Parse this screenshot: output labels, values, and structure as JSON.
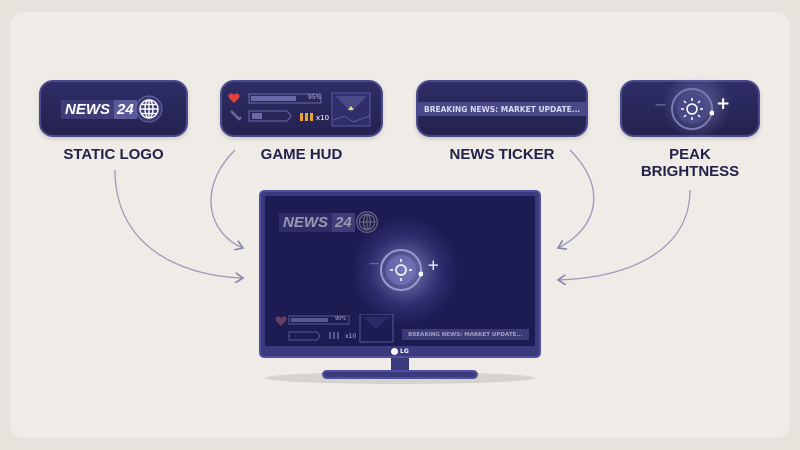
{
  "cards": {
    "static_logo": {
      "news": "NEWS",
      "num": "24",
      "label": "STATIC LOGO",
      "icon": "globe-icon"
    },
    "game_hud": {
      "health_pct": "95%",
      "ammo": "x10",
      "label": "GAME HUD",
      "icons": [
        "heart-icon",
        "weapon-icon",
        "battery-icon",
        "bullets-icon",
        "minimap-icon"
      ]
    },
    "news_ticker": {
      "text": "BREAKING NEWS: MARKET UPDATE...",
      "label": "NEWS TICKER",
      "icon": "trend-up-icon"
    },
    "peak_brightness": {
      "minus": "−",
      "plus": "+",
      "label_line1": "PEAK",
      "label_line2": "BRIGHTNESS",
      "icon": "sun-icon"
    }
  },
  "tv": {
    "brand": "LG",
    "news": "NEWS",
    "num": "24",
    "health_pct": "90%",
    "ammo": "x10",
    "ticker": "BREAKING NEWS: MARKET UPDATE...",
    "minus": "−",
    "plus": "+"
  },
  "colors": {
    "card": "#2a2a5e",
    "border": "#4b4a8c",
    "screen": "#1c1b52",
    "background": "#efebe6",
    "label": "#23224a"
  }
}
